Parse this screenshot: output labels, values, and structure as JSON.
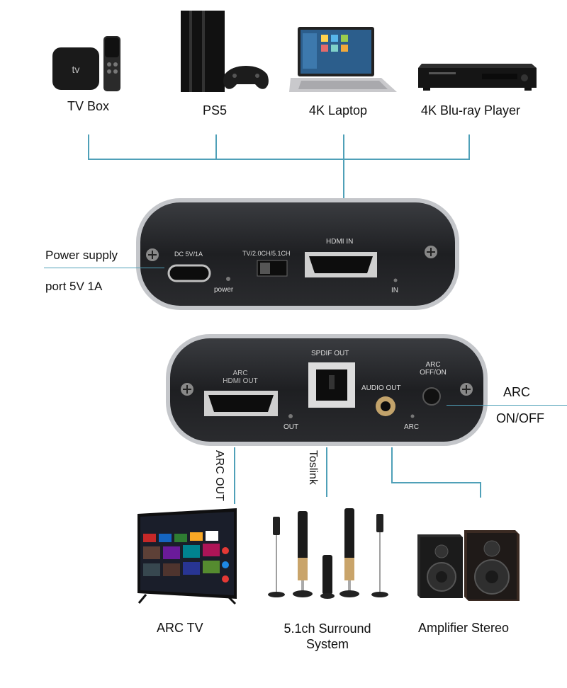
{
  "sources": [
    {
      "name": "TV Box",
      "icon": "tv-box-icon"
    },
    {
      "name": "PS5",
      "icon": "game-console-icon"
    },
    {
      "name": "4K Laptop",
      "icon": "laptop-icon"
    },
    {
      "name": "4K Blu-ray Player",
      "icon": "bluray-player-icon"
    }
  ],
  "top_box": {
    "dc_label": "DC 5V/1A",
    "switch_label": "TV/2.0CH/5.1CH",
    "hdmi_in_label": "HDMI IN",
    "power_label": "power",
    "in_label": "IN"
  },
  "bottom_box": {
    "arc_hdmi_out_label_1": "ARC",
    "arc_hdmi_out_label_2": "HDMI OUT",
    "spdif_label": "SPDIF OUT",
    "audio_out_label": "AUDIO OUT",
    "arc_switch_label_1": "ARC",
    "arc_switch_label_2": "OFF/ON",
    "out_label": "OUT",
    "arc_led_label": "ARC"
  },
  "annotations": {
    "power_supply_1": "Power supply",
    "power_supply_2": "port 5V 1A",
    "arc_onoff_1": "ARC",
    "arc_onoff_2": "ON/OFF",
    "arc_out": "ARC OUT",
    "toslink": "Toslink"
  },
  "outputs": [
    {
      "name": "ARC TV",
      "icon": "tv-icon"
    },
    {
      "name_1": "5.1ch Surround",
      "name_2": "System",
      "icon": "speakers-icon"
    },
    {
      "name": "Amplifier Stereo",
      "icon": "stereo-speaker-icon"
    }
  ],
  "colors": {
    "connector_line": "#4fa0b8",
    "box_body": "#1e1f22"
  }
}
